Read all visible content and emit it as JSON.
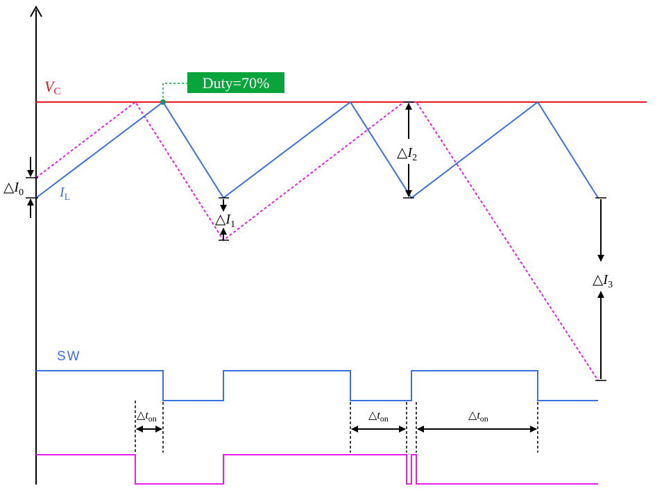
{
  "labels": {
    "vc_main": "V",
    "vc_sub": "C",
    "il_main": "I",
    "il_sub": "L",
    "sw": "SW",
    "delta": "△",
    "di0_main": "I",
    "di0_sub": "0",
    "di1_main": "I",
    "di1_sub": "1",
    "di2_main": "I",
    "di2_sub": "2",
    "di3_main": "I",
    "di3_sub": "3",
    "ton_main": "t",
    "ton_sub": "on",
    "duty": "Duty=70%"
  },
  "colors": {
    "vc": "#e8141e",
    "il": "#3b6fe0",
    "magenta": "#e61ee6",
    "duty_bg": "#0aa43c",
    "duty_text": "#ffffff",
    "black": "#000000"
  }
}
